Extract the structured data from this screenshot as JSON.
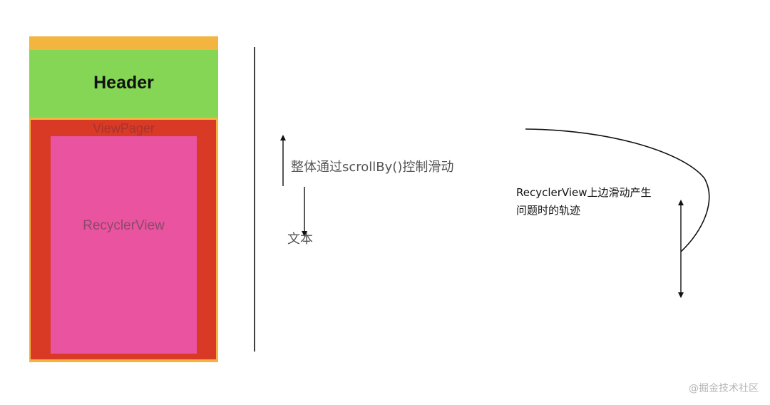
{
  "colors": {
    "orange": "#f2b53f",
    "green": "#85d654",
    "red": "#d93a25",
    "pink": "#e9539f",
    "line": "#111111"
  },
  "diagram": {
    "header_label": "Header",
    "viewpager_label": "ViewPager",
    "recycler_label": "RecyclerView"
  },
  "annotations": {
    "scroll_text": "整体通过scrollBy()控制滑动",
    "text_label": "文本",
    "track_line1": "RecyclerView上边滑动产生",
    "track_line2": "问题时的轨迹"
  },
  "watermark": "@掘金技术社区"
}
